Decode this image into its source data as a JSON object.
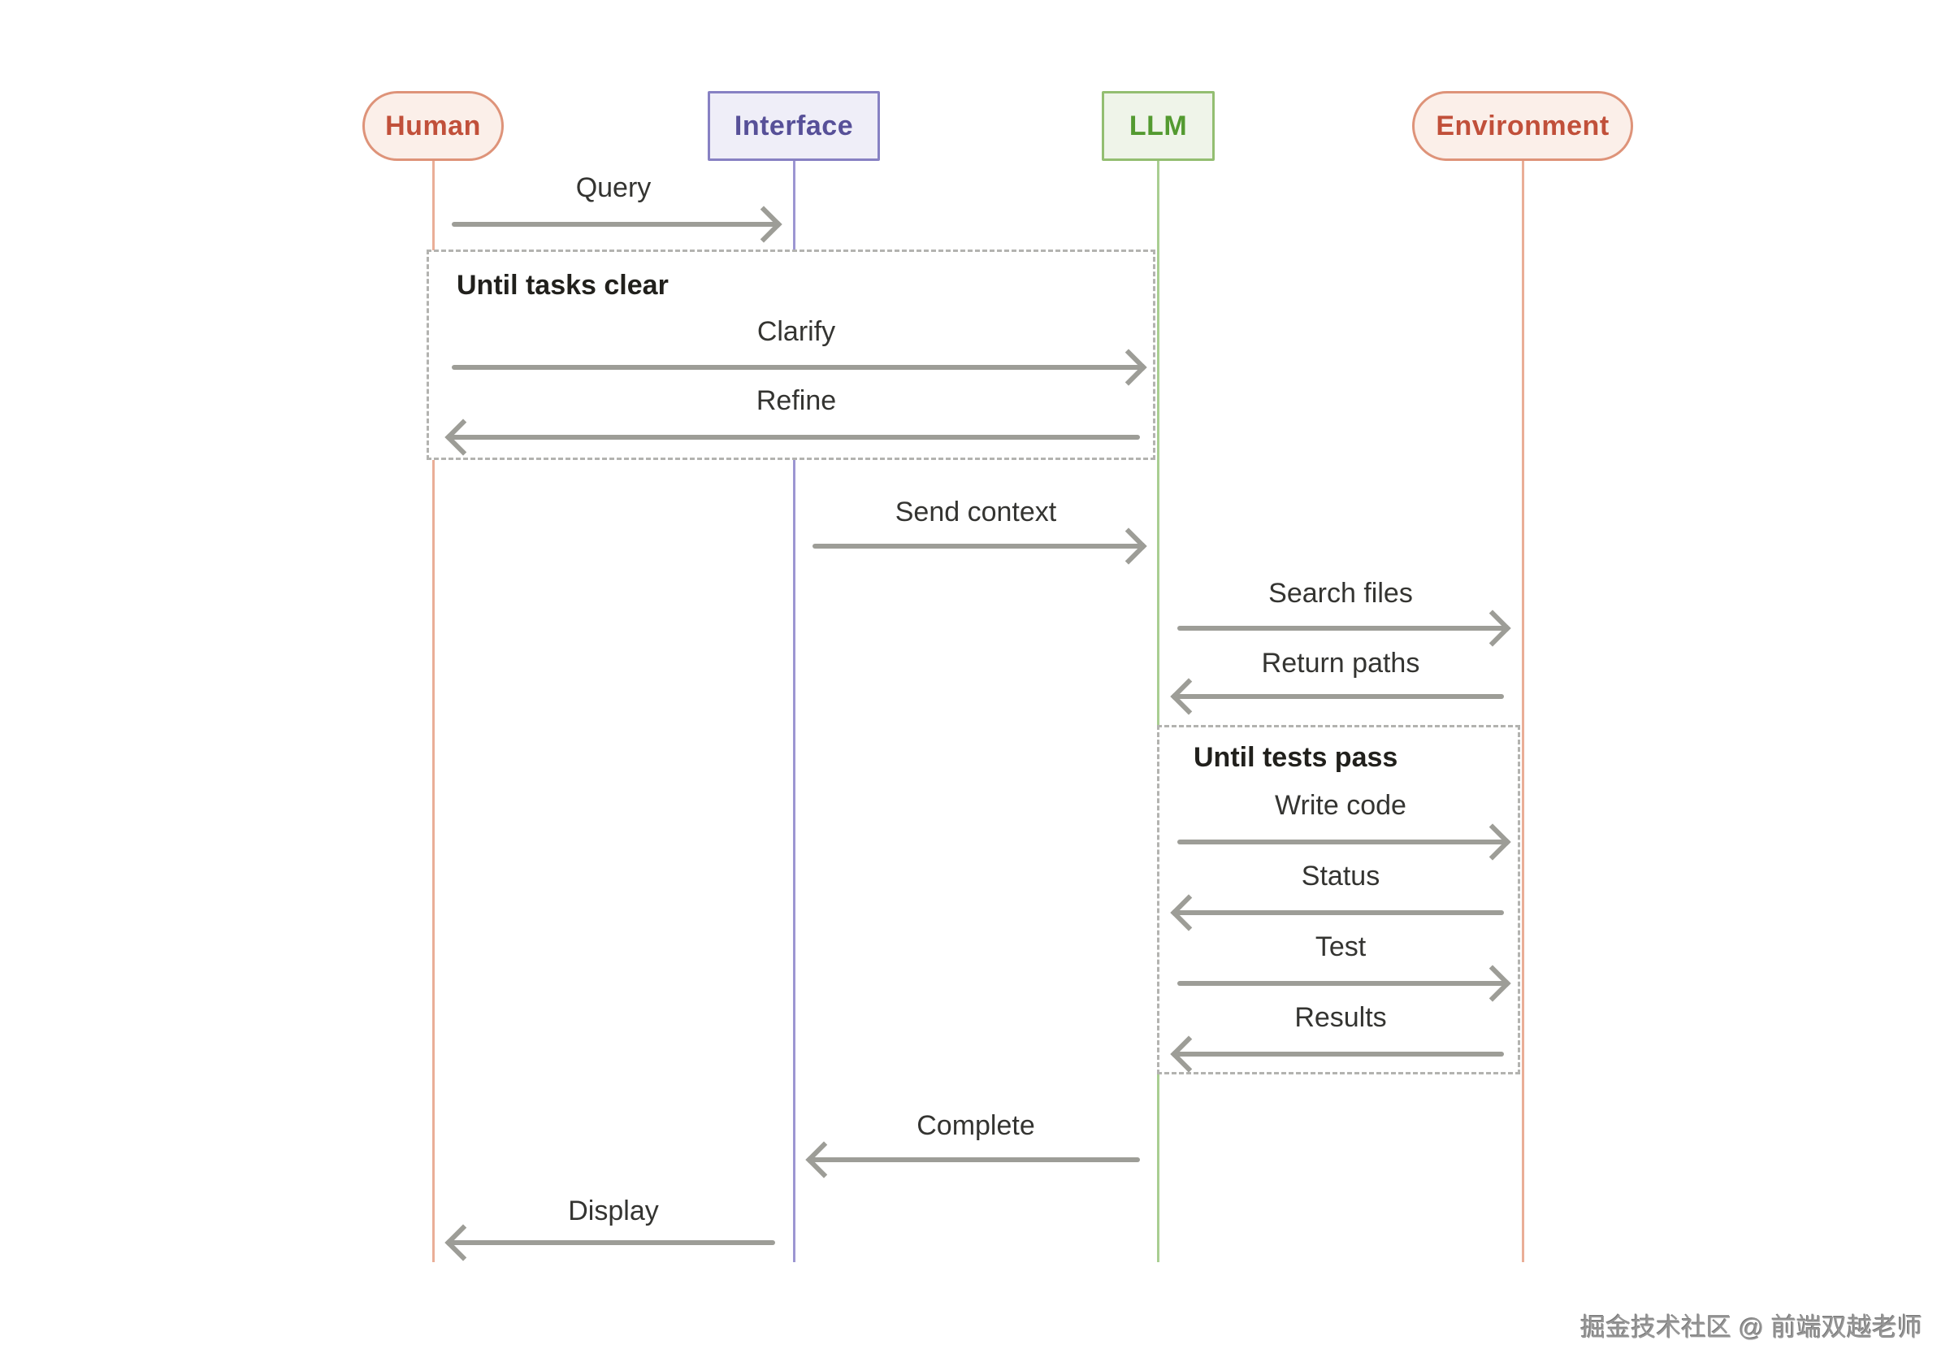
{
  "diagram": {
    "type": "sequence-diagram",
    "actors": [
      {
        "id": "human",
        "label": "Human",
        "shape": "pill",
        "fill": "#fbefe9",
        "border": "#de9379",
        "text_color": "#c1503a"
      },
      {
        "id": "interface",
        "label": "Interface",
        "shape": "rect",
        "fill": "#efeef8",
        "border": "#8781c3",
        "text_color": "#575098"
      },
      {
        "id": "llm",
        "label": "LLM",
        "shape": "rect",
        "fill": "#eff4e9",
        "border": "#93be71",
        "text_color": "#539a30"
      },
      {
        "id": "environment",
        "label": "Environment",
        "shape": "pill",
        "fill": "#fbefe9",
        "border": "#de9379",
        "text_color": "#c1503a"
      }
    ],
    "loops": [
      {
        "title": "Until tasks clear",
        "spans": [
          "human",
          "llm"
        ]
      },
      {
        "title": "Until tests pass",
        "spans": [
          "llm",
          "environment"
        ]
      }
    ],
    "messages": [
      {
        "label": "Query",
        "from": "human",
        "to": "interface",
        "direction": "right"
      },
      {
        "label": "Clarify",
        "from": "human",
        "to": "llm",
        "direction": "right",
        "loop": "Until tasks clear"
      },
      {
        "label": "Refine",
        "from": "llm",
        "to": "human",
        "direction": "left",
        "loop": "Until tasks clear"
      },
      {
        "label": "Send context",
        "from": "interface",
        "to": "llm",
        "direction": "right"
      },
      {
        "label": "Search files",
        "from": "llm",
        "to": "environment",
        "direction": "right"
      },
      {
        "label": "Return paths",
        "from": "environment",
        "to": "llm",
        "direction": "left"
      },
      {
        "label": "Write code",
        "from": "llm",
        "to": "environment",
        "direction": "right",
        "loop": "Until tests pass"
      },
      {
        "label": "Status",
        "from": "environment",
        "to": "llm",
        "direction": "left",
        "loop": "Until tests pass"
      },
      {
        "label": "Test",
        "from": "llm",
        "to": "environment",
        "direction": "right",
        "loop": "Until tests pass"
      },
      {
        "label": "Results",
        "from": "environment",
        "to": "llm",
        "direction": "left",
        "loop": "Until tests pass"
      },
      {
        "label": "Complete",
        "from": "llm",
        "to": "interface",
        "direction": "left"
      },
      {
        "label": "Display",
        "from": "interface",
        "to": "human",
        "direction": "left"
      }
    ],
    "arrow_color": "#9d9d97",
    "loop_border_color": "#b3b3b0",
    "message_text_color": "#343431",
    "lifeline_colors": {
      "human": "#eaae97",
      "interface": "#9c96d2",
      "llm": "#a9ce92",
      "environment": "#eaae97"
    }
  },
  "watermark": {
    "text": "掘金技术社区 @ 前端双越老师"
  }
}
